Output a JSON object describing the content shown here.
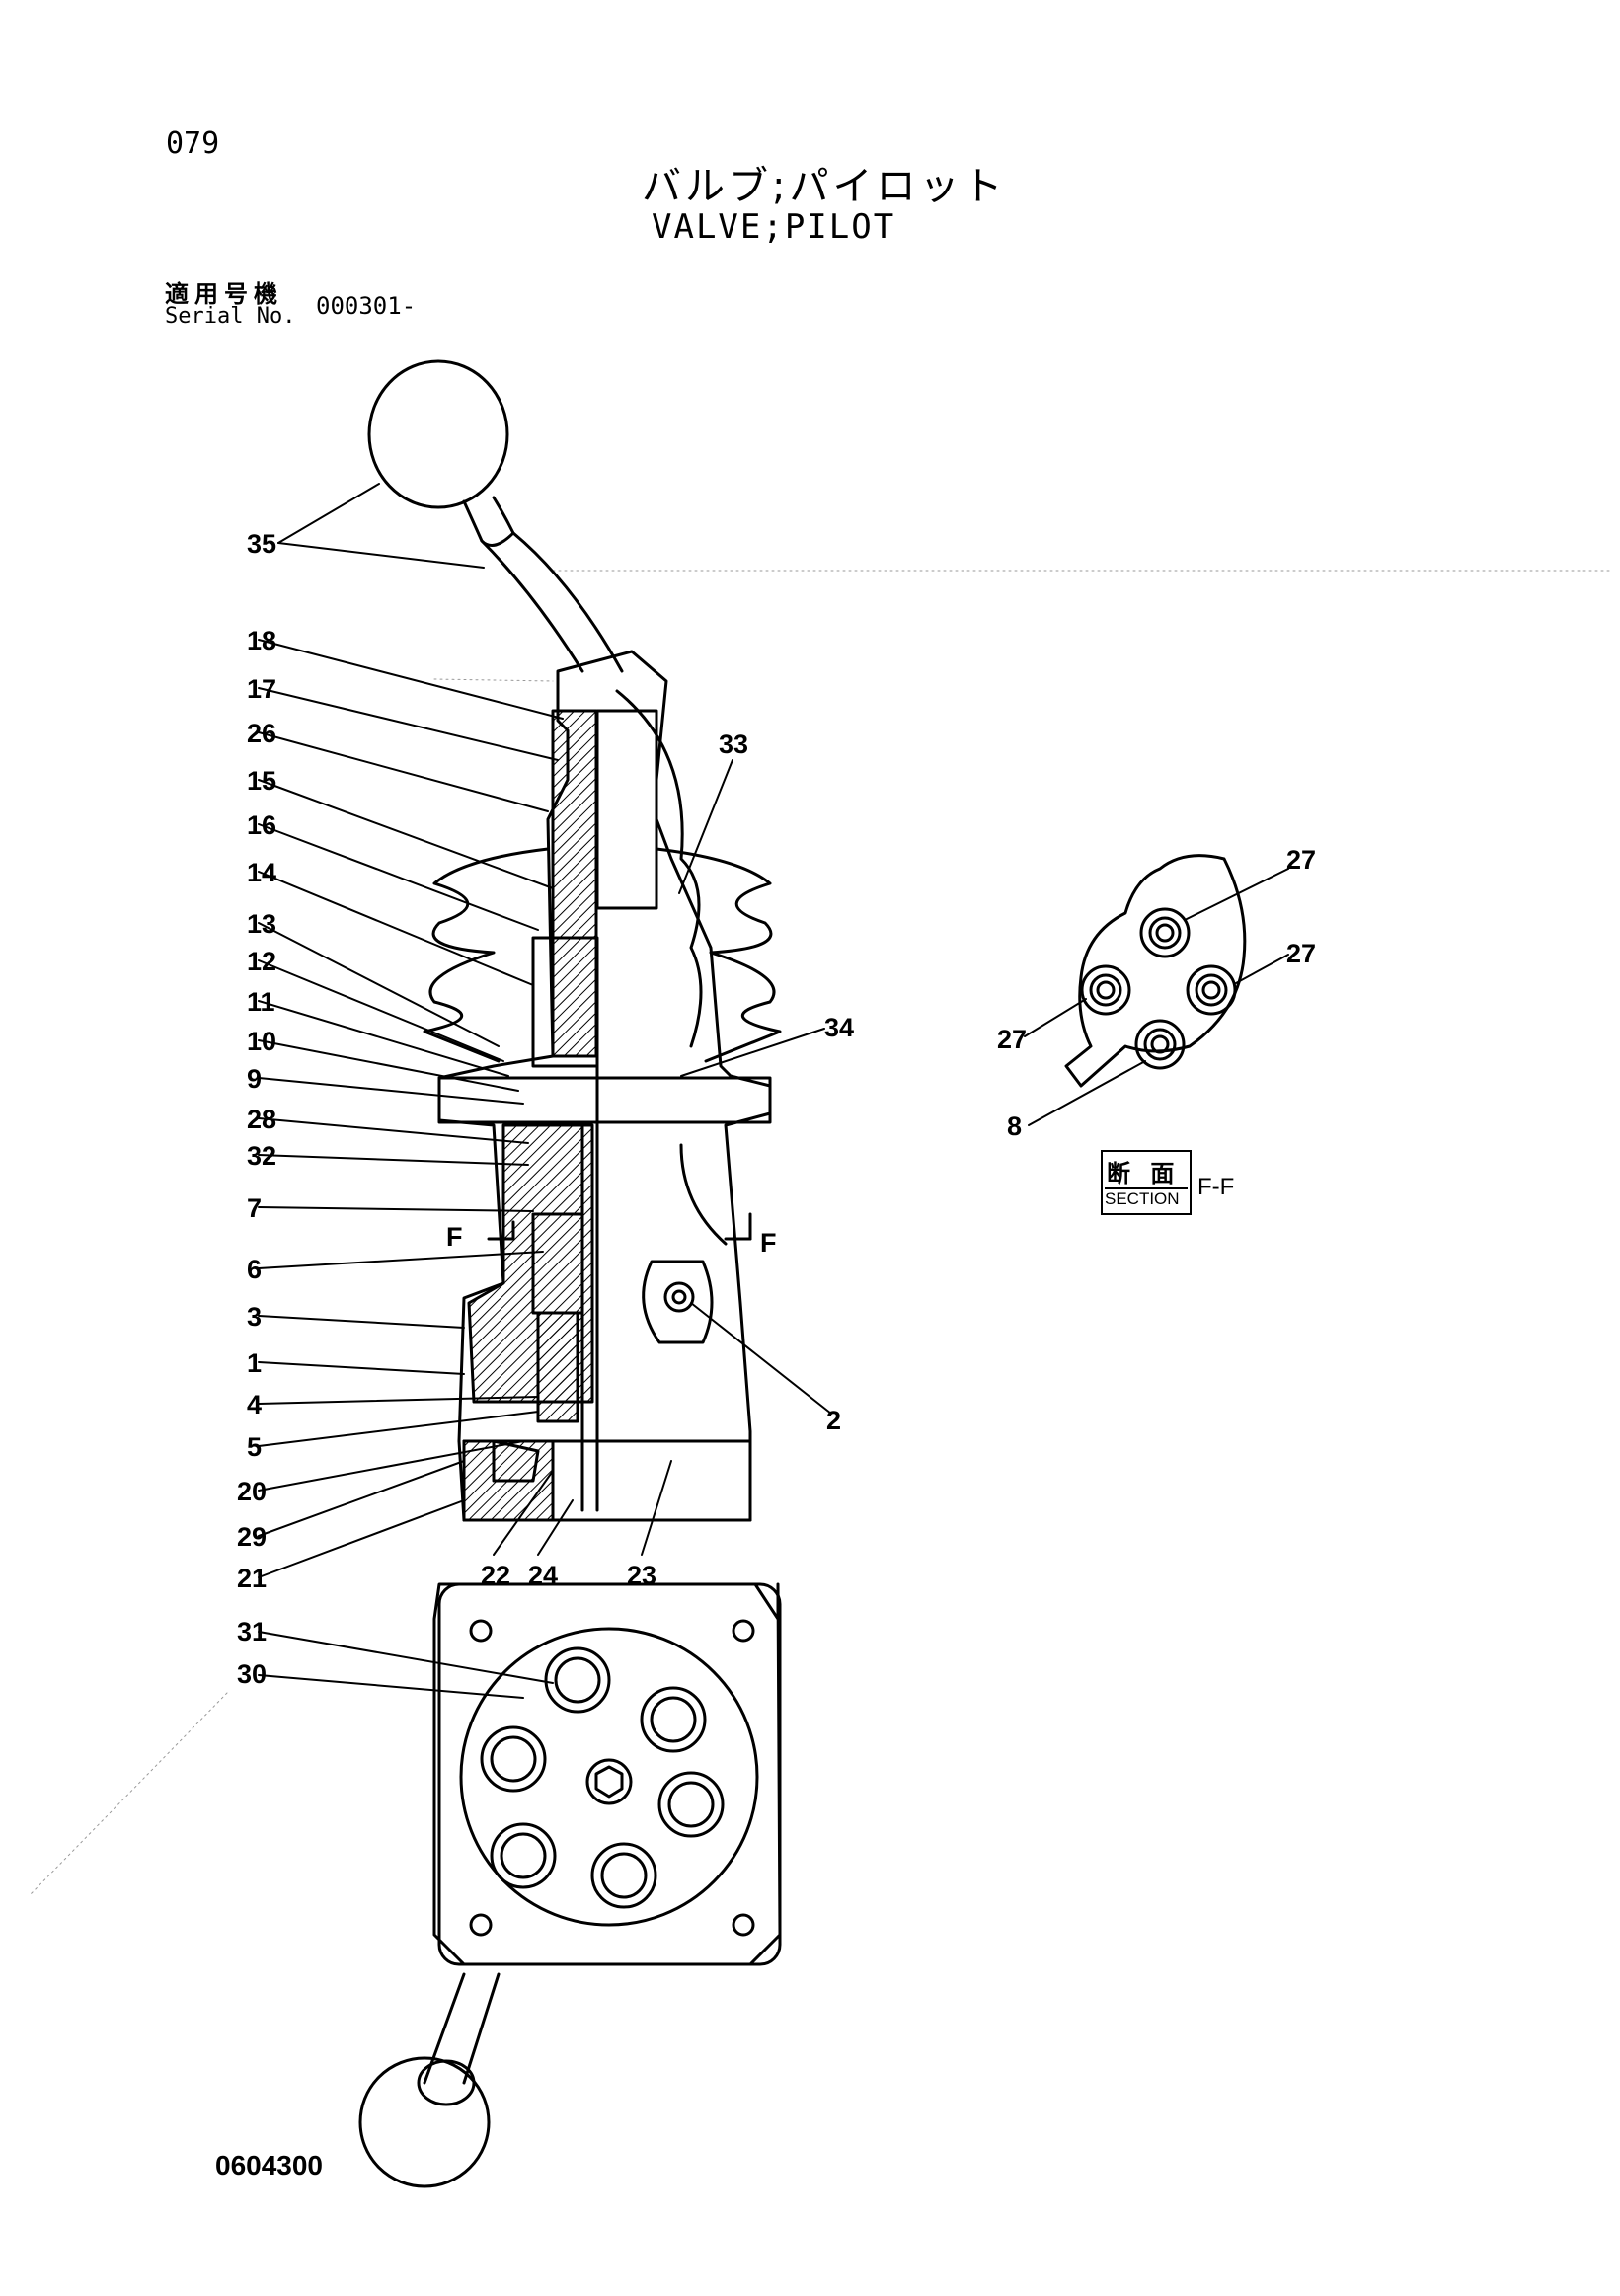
{
  "page_number": "079",
  "title_jp": "バルブ;パイロット",
  "title_en": "VALVE;PILOT",
  "serial": {
    "label_jp": "適用号機",
    "label_en": "Serial No.",
    "value": "000301-"
  },
  "drawing_number": "0604300",
  "section": {
    "kanji": "断 面",
    "label": "SECTION",
    "id": "F-F",
    "cut_mark": "F"
  },
  "callouts": {
    "c35": "35",
    "c18": "18",
    "c17": "17",
    "c26": "26",
    "c15": "15",
    "c16": "16",
    "c14": "14",
    "c13": "13",
    "c12": "12",
    "c11": "11",
    "c10": "10",
    "c9": "9",
    "c28": "28",
    "c32": "32",
    "c7": "7",
    "c6": "6",
    "c3": "3",
    "c1": "1",
    "c4": "4",
    "c5": "5",
    "c20": "20",
    "c29": "29",
    "c21": "21",
    "c22": "22",
    "c24": "24",
    "c23": "23",
    "c2": "2",
    "c33": "33",
    "c34": "34",
    "c27a": "27",
    "c27b": "27",
    "c27c": "27",
    "c8": "8",
    "c31": "31",
    "c30": "30"
  }
}
